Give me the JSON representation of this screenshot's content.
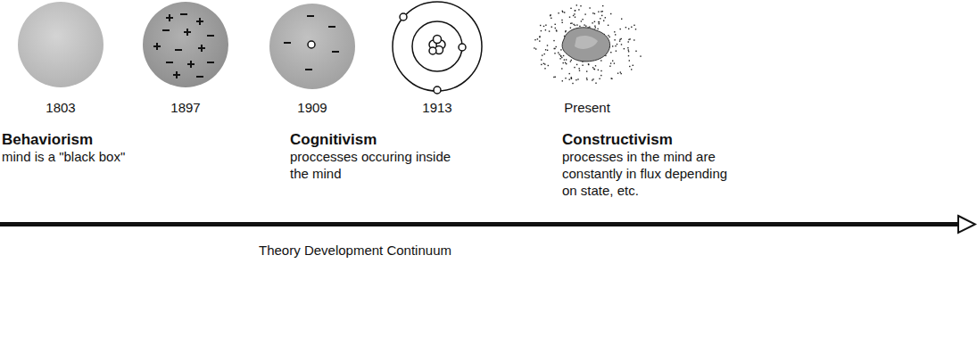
{
  "diagram": {
    "labels": [
      "1803",
      "1897",
      "1909",
      "1913",
      "Present",
      "Behaviorism",
      "mind is a \"black box\"",
      "Cognitivism",
      "proccesses occuring inside the mind",
      "Constructivism",
      "processes in the mind are constantly in flux depending on state, etc.",
      "Theory Development Continuum"
    ]
  }
}
